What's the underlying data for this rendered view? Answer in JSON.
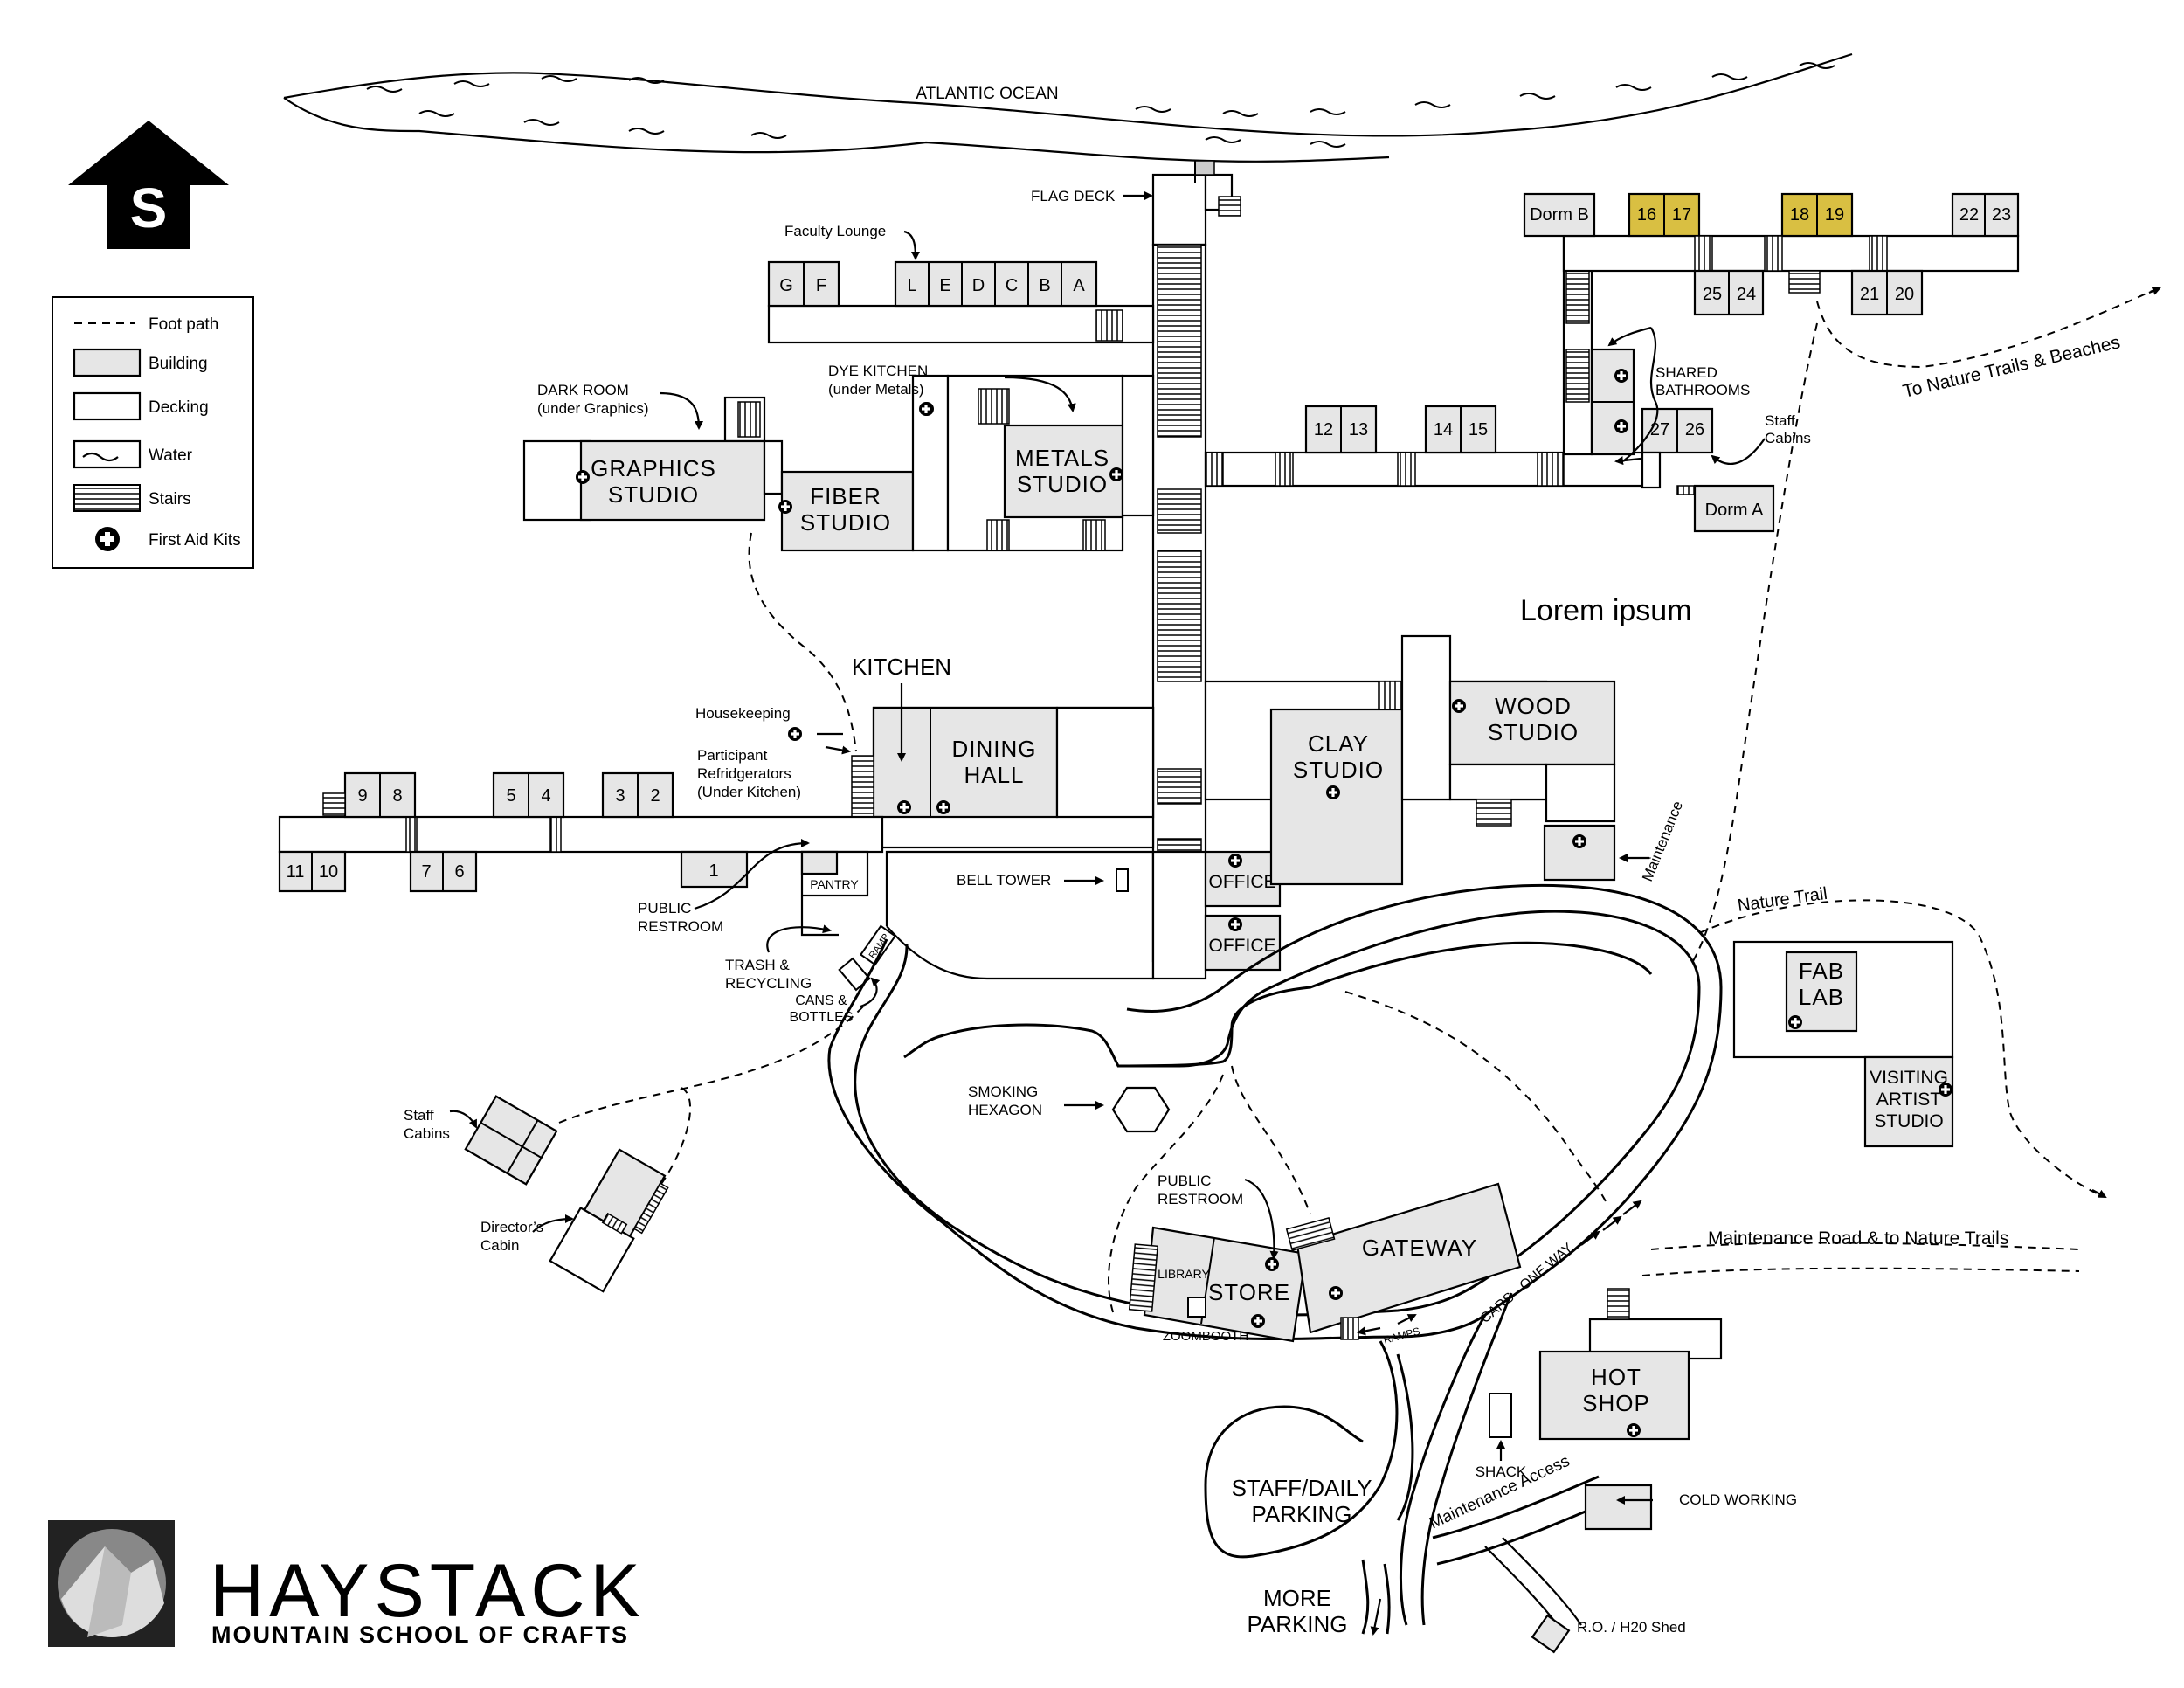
{
  "ocean": "ATLANTIC OCEAN",
  "compass": "S",
  "legend": {
    "foot_path": "Foot path",
    "building": "Building",
    "decking": "Decking",
    "water": "Water",
    "stairs": "Stairs",
    "first_aid": "First Aid Kits"
  },
  "labels": {
    "flag_deck": "FLAG DECK",
    "faculty_lounge": "Faculty Lounge",
    "dark_room_1": "DARK ROOM",
    "dark_room_2": "(under Graphics)",
    "dye_kitchen_1": "DYE KITCHEN",
    "dye_kitchen_2": "(under Metals)",
    "shared_bathrooms_1": "SHARED",
    "shared_bathrooms_2": "BATHROOMS",
    "staff_cabins_right_1": "Staff",
    "staff_cabins_right_2": "Cabins",
    "nature_trails_beaches": "To Nature Trails & Beaches",
    "lorem": "Lorem ipsum",
    "kitchen": "KITCHEN",
    "housekeeping": "Housekeeping",
    "participant_1": "Participant",
    "participant_2": "Refridgerators",
    "participant_3": "(Under Kitchen)",
    "maintenance": "Maintenance",
    "nature_trail": "Nature Trail",
    "pantry": "PANTRY",
    "public_restroom_1": "PUBLIC",
    "public_restroom_2": "RESTROOM",
    "bell_tower": "BELL TOWER",
    "trash_1": "TRASH &",
    "trash_2": "RECYCLING",
    "ramp": "RAMP",
    "cans_1": "CANS &",
    "cans_2": "BOTTLES",
    "smoking_1": "SMOKING",
    "smoking_2": "HEXAGON",
    "staff_cabins_left_1": "Staff",
    "staff_cabins_left_2": "Cabins",
    "directors_1": "Director’s",
    "directors_2": "Cabin",
    "public_restroom_store_1": "PUBLIC",
    "public_restroom_store_2": "RESTROOM",
    "library": "LIBRARY",
    "zoombooth": "ZOOMBOOTH",
    "ramps": "RAMPS",
    "cars_one_way": "CARS - ONE WAY",
    "maintenance_road": "Maintenance Road & to Nature Trails",
    "shack": "SHACK",
    "maintenance_access": "Maintenance Access",
    "cold_working": "COLD WORKING",
    "ro_shed": "R.O. / H20 Shed",
    "staff_parking_1": "STAFF/DAILY",
    "staff_parking_2": "PARKING",
    "more_parking_1": "MORE",
    "more_parking_2": "PARKING"
  },
  "buildings": {
    "graphics_1": "GRAPHICS",
    "graphics_2": "STUDIO",
    "fiber_1": "FIBER",
    "fiber_2": "STUDIO",
    "metals_1": "METALS",
    "metals_2": "STUDIO",
    "dining_1": "DINING",
    "dining_2": "HALL",
    "clay_1": "CLAY",
    "clay_2": "STUDIO",
    "wood_1": "WOOD",
    "wood_2": "STUDIO",
    "office_1": "OFFICE",
    "office_2": "OFFICE",
    "fab_1": "FAB",
    "fab_2": "LAB",
    "visiting_1": "VISITING",
    "visiting_2": "ARTIST",
    "visiting_3": "STUDIO",
    "store": "STORE",
    "gateway": "GATEWAY",
    "hot_shop_1": "HOT",
    "hot_shop_2": "SHOP",
    "dorm_a": "Dorm A",
    "dorm_b": "Dorm B"
  },
  "rooms": {
    "top_left": [
      "G",
      "F"
    ],
    "top_mid": [
      "L",
      "E",
      "D",
      "C",
      "B",
      "A"
    ],
    "center": [
      "12",
      "13",
      "14",
      "15"
    ],
    "right_top_gold": [
      "16",
      "17",
      "18",
      "19"
    ],
    "right_top": [
      "22",
      "23"
    ],
    "right_low": [
      "25",
      "24",
      "21",
      "20"
    ],
    "right_mid": [
      "27",
      "26"
    ],
    "left_upper": [
      "9",
      "8",
      "5",
      "4",
      "3",
      "2"
    ],
    "left_lower": [
      "11",
      "10",
      "7",
      "6",
      "1"
    ]
  },
  "logo": {
    "name": "HAYSTACK",
    "subtitle": "MOUNTAIN SCHOOL OF CRAFTS"
  },
  "colors": {
    "building": "#e6e6e6",
    "highlight": "#d9bf42"
  }
}
